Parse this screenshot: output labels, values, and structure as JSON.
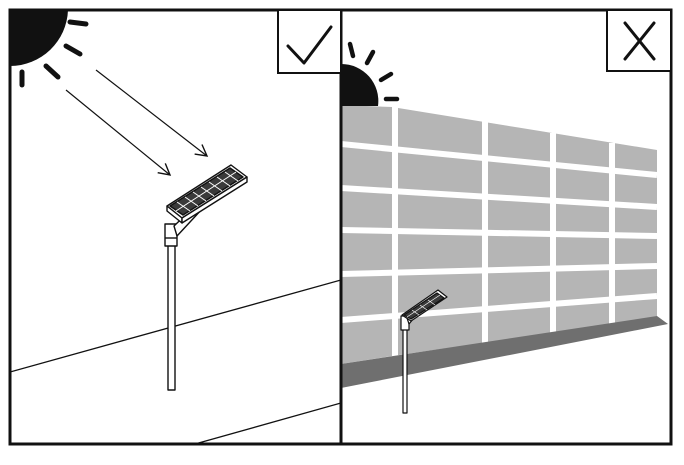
{
  "panels": [
    {
      "id": "correct-placement",
      "verdict": "correct",
      "badge_icon": "checkmark-icon",
      "scene": [
        "sun-icon",
        "sunlight-ray-arrows",
        "solar-street-light",
        "ground-lines"
      ]
    },
    {
      "id": "incorrect-placement",
      "verdict": "incorrect",
      "badge_icon": "x-mark-icon",
      "scene": [
        "sun-icon",
        "brick-wall",
        "wall-shadow",
        "solar-street-light"
      ]
    }
  ],
  "colors": {
    "ink": "#111111",
    "background": "#ffffff",
    "wall": "#b5b5b5",
    "shadow": "#6f6f6f"
  }
}
